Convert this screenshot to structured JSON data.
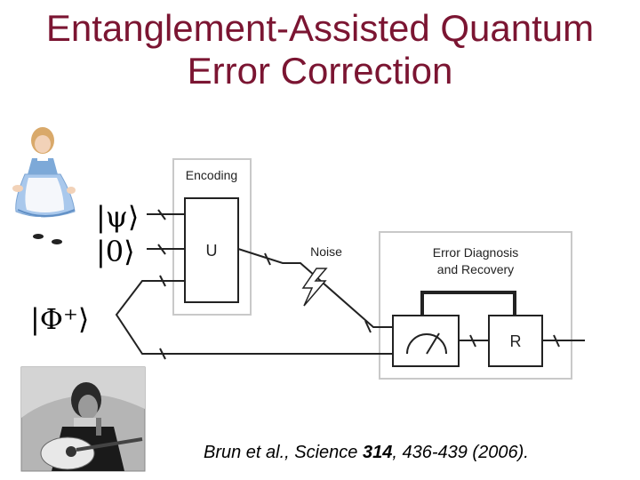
{
  "title": {
    "line1": "Entanglement-Assisted Quantum",
    "line2": "Error Correction"
  },
  "diagram": {
    "encoding_label": "Encoding",
    "unitary_label": "U",
    "noise_label": "Noise",
    "recovery_label_line1": "Error Diagnosis",
    "recovery_label_line2": "and Recovery",
    "recovery_op_label": "R",
    "ket_psi": "|ψ⟩",
    "ket_zero": "|0⟩",
    "ket_phi_plus": "|Φ⁺⟩"
  },
  "citation": {
    "prefix": "Brun et al., Science ",
    "volume": "314",
    "suffix": ", 436-439 (2006)."
  },
  "colors": {
    "title": "#7b1532",
    "box_border": "#c9c9c9",
    "wire": "#222222"
  }
}
